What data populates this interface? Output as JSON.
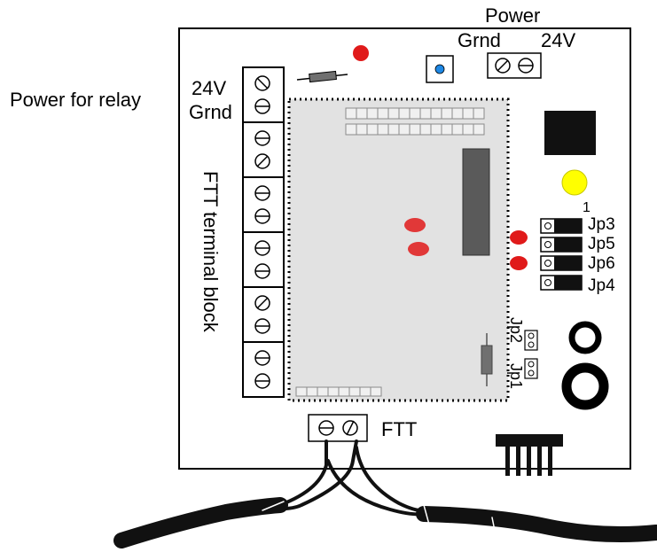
{
  "labels": {
    "power": "Power",
    "power_grnd": "Grnd",
    "power_24v": "24V",
    "relay_power": "Power for relay",
    "relay_24v": "24V",
    "relay_grnd": "Grnd",
    "terminal_block": "FTT terminal block",
    "ftt": "FTT",
    "jp1_num": "1",
    "jp3": "Jp3",
    "jp5": "Jp5",
    "jp6": "Jp6",
    "jp4": "Jp4",
    "jp2": "Jp2",
    "jp1": "Jp1"
  },
  "colors": {
    "led_red": "#e01a1a",
    "led_blue": "#1e88e5",
    "led_yellow": "#ffff00",
    "module_fill": "#e2e2e2",
    "ic_fill": "#5a5a5a",
    "cable": "#111111"
  }
}
